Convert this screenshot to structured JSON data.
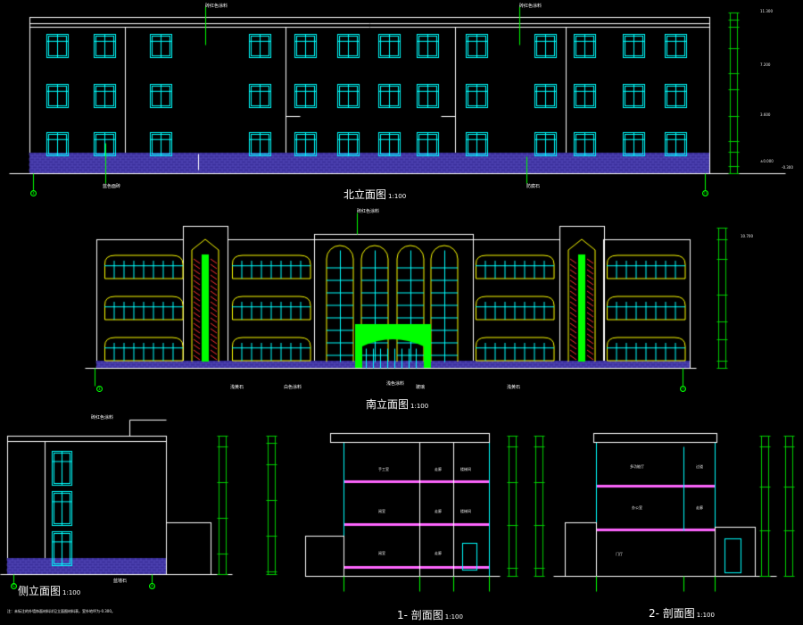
{
  "colors": {
    "background": "#000000",
    "outline": "#ffffff",
    "window": "#00ffff",
    "masonry": "#3a2f9a",
    "accent_green": "#00ff00",
    "accent_yellow": "#ffff00",
    "accent_red": "#ff3030",
    "accent_magenta": "#ff66ff",
    "dimension_green": "#00cc00"
  },
  "drawings": {
    "north": {
      "title": "北立面图",
      "scale": "1:100",
      "note_top_left": "砖红色涂料",
      "note_top_right": "砖红色涂料",
      "note_bottom_left": "蓝色面砖",
      "note_bottom_right": "防腐石",
      "axis_left": "①",
      "axis_right": "⑪"
    },
    "south": {
      "title": "南立面图",
      "scale": "1:100",
      "note_top": "砖红色涂料",
      "note_bottom_left": "浅黄石",
      "note_bottom_mid1": "白色涂料",
      "note_bottom_mid2": "浅色涂料",
      "note_bottom_mid3": "玻璃",
      "note_bottom_right": "浅黄石",
      "axis_left": "①",
      "axis_right": "⑪"
    },
    "side": {
      "title": "侧立面图",
      "scale": "1:100",
      "note_top": "砖红色涂料",
      "note_bottom": "蓝墙石",
      "axis_left": "©",
      "axis_right": "Ⓐ",
      "footnote": "注：未标注的外墙饰面材料详见立面图材料表，室外地坪为-0.300。"
    },
    "sec1": {
      "title": "1- 剖面图",
      "scale": "1:100",
      "rooms": [
        "手工室",
        "走廊",
        "楼梯间",
        "阅室",
        "走廊",
        "楼梯间",
        "阅室",
        "走廊"
      ]
    },
    "sec2": {
      "title": "2- 剖面图",
      "scale": "1:100",
      "rooms": [
        "多功能厅",
        "过道",
        "办公室",
        "走廊",
        "门厅"
      ]
    }
  },
  "levels": [
    "11.300",
    "10.700",
    "7.200",
    "3.600",
    "±0.000",
    "-0.300"
  ]
}
